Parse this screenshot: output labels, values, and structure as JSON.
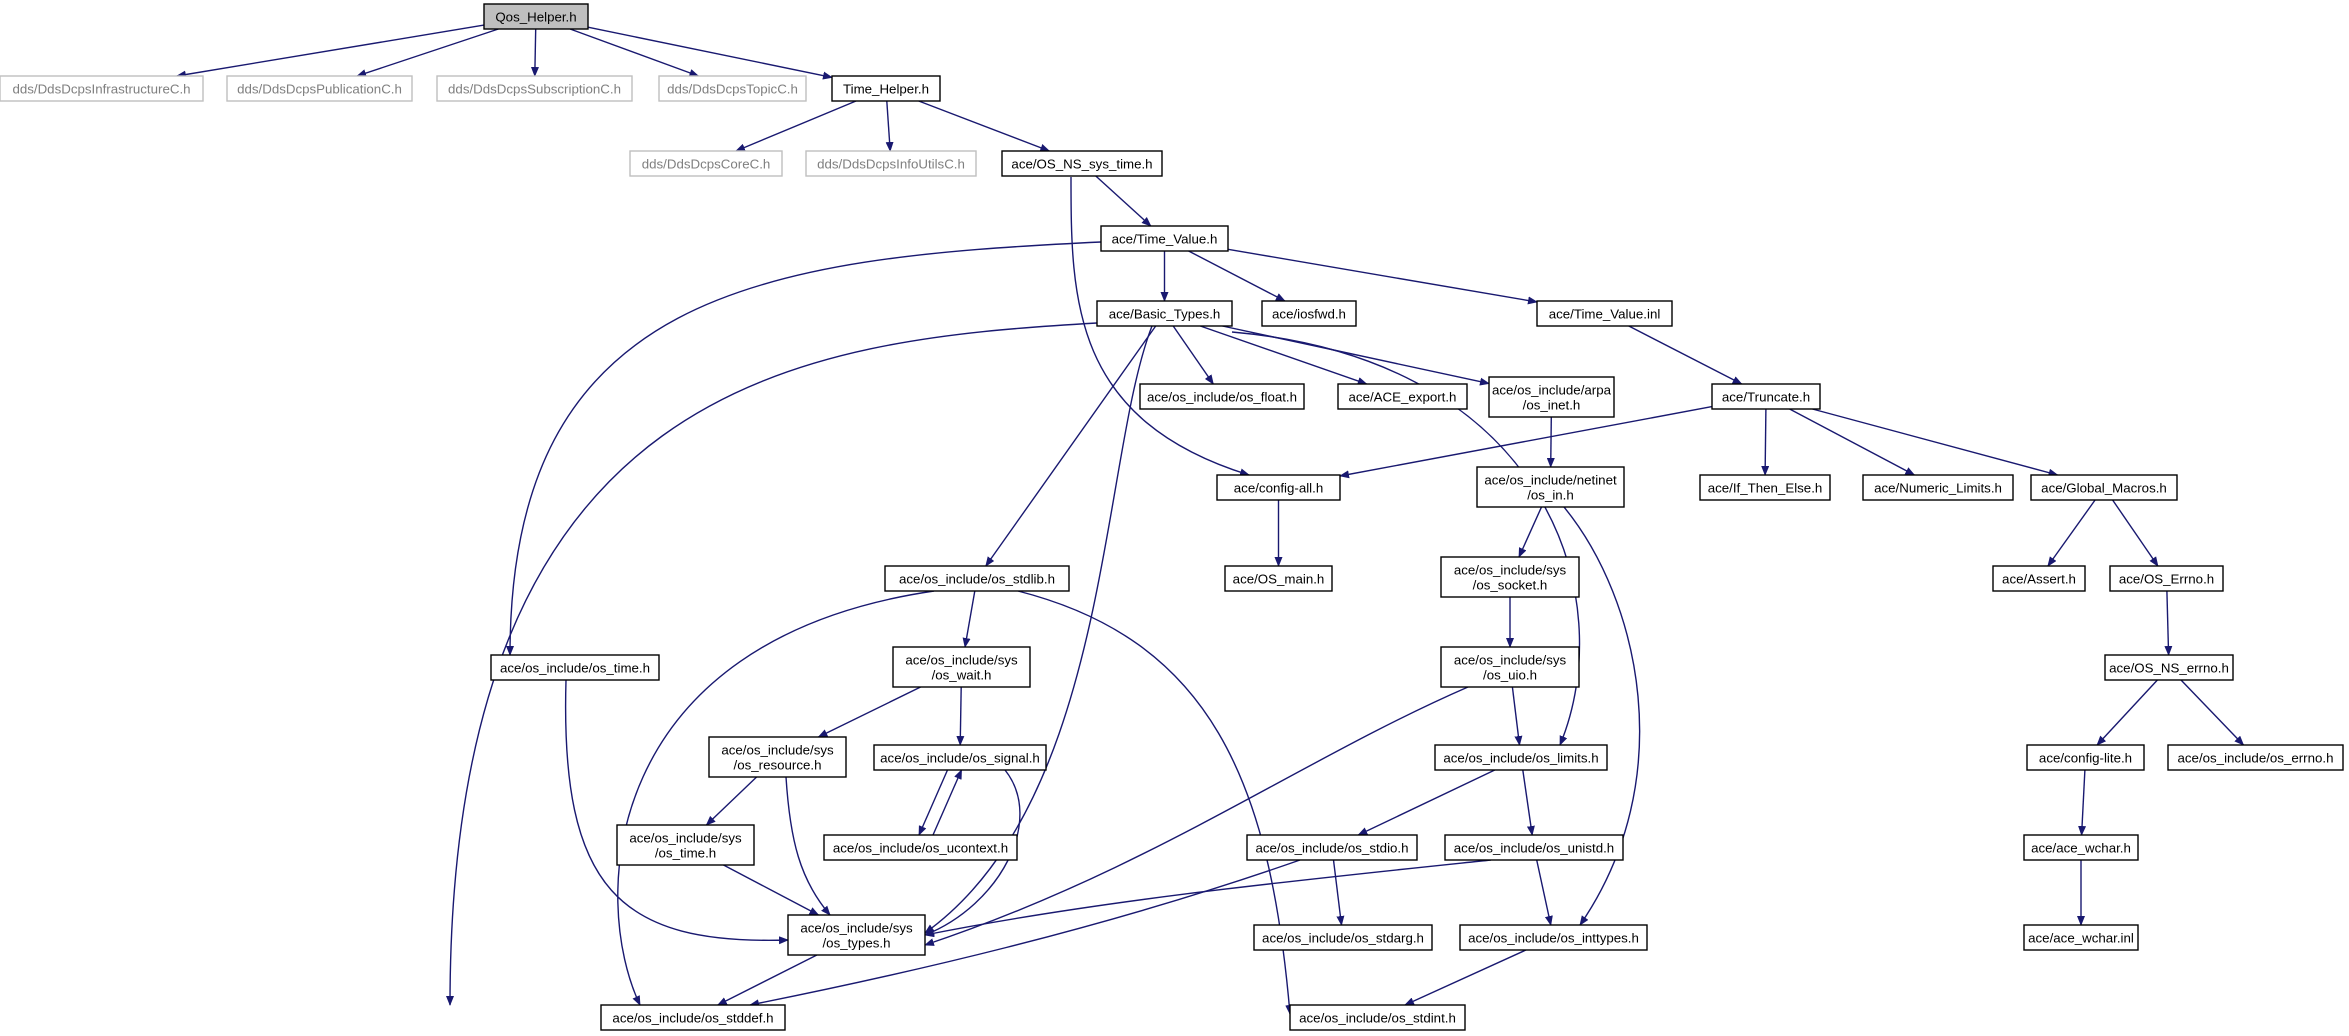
{
  "colors": {
    "edge": "#191970",
    "node_border": "#000000",
    "external_border": "#bfbfbf",
    "external_text": "#7f7f7f",
    "focus_fill": "#bfbfbf"
  },
  "nodes": [
    {
      "id": "qos",
      "lines": [
        "Qos_Helper.h"
      ],
      "kind": "focus"
    },
    {
      "id": "infra",
      "lines": [
        "dds/DdsDcpsInfrastructureC.h"
      ],
      "kind": "external"
    },
    {
      "id": "pub",
      "lines": [
        "dds/DdsDcpsPublicationC.h"
      ],
      "kind": "external"
    },
    {
      "id": "sub",
      "lines": [
        "dds/DdsDcpsSubscriptionC.h"
      ],
      "kind": "external"
    },
    {
      "id": "topic",
      "lines": [
        "dds/DdsDcpsTopicC.h"
      ],
      "kind": "external"
    },
    {
      "id": "timehelper",
      "lines": [
        "Time_Helper.h"
      ],
      "kind": "normal"
    },
    {
      "id": "core",
      "lines": [
        "dds/DdsDcpsCoreC.h"
      ],
      "kind": "external"
    },
    {
      "id": "infoutils",
      "lines": [
        "dds/DdsDcpsInfoUtilsC.h"
      ],
      "kind": "external"
    },
    {
      "id": "systime",
      "lines": [
        "ace/OS_NS_sys_time.h"
      ],
      "kind": "normal"
    },
    {
      "id": "timevalue",
      "lines": [
        "ace/Time_Value.h"
      ],
      "kind": "normal"
    },
    {
      "id": "basictypes",
      "lines": [
        "ace/Basic_Types.h"
      ],
      "kind": "normal"
    },
    {
      "id": "iosfwd",
      "lines": [
        "ace/iosfwd.h"
      ],
      "kind": "normal"
    },
    {
      "id": "tvinl",
      "lines": [
        "ace/Time_Value.inl"
      ],
      "kind": "normal"
    },
    {
      "id": "float",
      "lines": [
        "ace/os_include/os_float.h"
      ],
      "kind": "normal"
    },
    {
      "id": "aceexport",
      "lines": [
        "ace/ACE_export.h"
      ],
      "kind": "normal"
    },
    {
      "id": "inet",
      "lines": [
        "ace/os_include/arpa",
        "/os_inet.h"
      ],
      "kind": "normal"
    },
    {
      "id": "truncate",
      "lines": [
        "ace/Truncate.h"
      ],
      "kind": "normal"
    },
    {
      "id": "configall",
      "lines": [
        "ace/config-all.h"
      ],
      "kind": "normal"
    },
    {
      "id": "osin",
      "lines": [
        "ace/os_include/netinet",
        "/os_in.h"
      ],
      "kind": "normal"
    },
    {
      "id": "ifthen",
      "lines": [
        "ace/If_Then_Else.h"
      ],
      "kind": "normal"
    },
    {
      "id": "numlimits",
      "lines": [
        "ace/Numeric_Limits.h"
      ],
      "kind": "normal"
    },
    {
      "id": "globalmacros",
      "lines": [
        "ace/Global_Macros.h"
      ],
      "kind": "normal"
    },
    {
      "id": "osmain",
      "lines": [
        "ace/OS_main.h"
      ],
      "kind": "normal"
    },
    {
      "id": "stdlib",
      "lines": [
        "ace/os_include/os_stdlib.h"
      ],
      "kind": "normal"
    },
    {
      "id": "socket",
      "lines": [
        "ace/os_include/sys",
        "/os_socket.h"
      ],
      "kind": "normal"
    },
    {
      "id": "assert",
      "lines": [
        "ace/Assert.h"
      ],
      "kind": "normal"
    },
    {
      "id": "oserrno",
      "lines": [
        "ace/OS_Errno.h"
      ],
      "kind": "normal"
    },
    {
      "id": "ostime",
      "lines": [
        "ace/os_include/os_time.h"
      ],
      "kind": "normal"
    },
    {
      "id": "wait",
      "lines": [
        "ace/os_include/sys",
        "/os_wait.h"
      ],
      "kind": "normal"
    },
    {
      "id": "uio",
      "lines": [
        "ace/os_include/sys",
        "/os_uio.h"
      ],
      "kind": "normal"
    },
    {
      "id": "nserrno",
      "lines": [
        "ace/OS_NS_errno.h"
      ],
      "kind": "normal"
    },
    {
      "id": "resource",
      "lines": [
        "ace/os_include/sys",
        "/os_resource.h"
      ],
      "kind": "normal"
    },
    {
      "id": "signal",
      "lines": [
        "ace/os_include/os_signal.h"
      ],
      "kind": "normal"
    },
    {
      "id": "limits",
      "lines": [
        "ace/os_include/os_limits.h"
      ],
      "kind": "normal"
    },
    {
      "id": "configlite",
      "lines": [
        "ace/config-lite.h"
      ],
      "kind": "normal"
    },
    {
      "id": "errno",
      "lines": [
        "ace/os_include/os_errno.h"
      ],
      "kind": "normal"
    },
    {
      "id": "systimeh",
      "lines": [
        "ace/os_include/sys",
        "/os_time.h"
      ],
      "kind": "normal"
    },
    {
      "id": "ucontext",
      "lines": [
        "ace/os_include/os_ucontext.h"
      ],
      "kind": "normal"
    },
    {
      "id": "stdio",
      "lines": [
        "ace/os_include/os_stdio.h"
      ],
      "kind": "normal"
    },
    {
      "id": "unistd",
      "lines": [
        "ace/os_include/os_unistd.h"
      ],
      "kind": "normal"
    },
    {
      "id": "acewchar",
      "lines": [
        "ace/ace_wchar.h"
      ],
      "kind": "normal"
    },
    {
      "id": "systypes",
      "lines": [
        "ace/os_include/sys",
        "/os_types.h"
      ],
      "kind": "normal"
    },
    {
      "id": "stdarg",
      "lines": [
        "ace/os_include/os_stdarg.h"
      ],
      "kind": "normal"
    },
    {
      "id": "inttypes",
      "lines": [
        "ace/os_include/os_inttypes.h"
      ],
      "kind": "normal"
    },
    {
      "id": "wcharinl",
      "lines": [
        "ace/ace_wchar.inl"
      ],
      "kind": "normal"
    },
    {
      "id": "stddef",
      "lines": [
        "ace/os_include/os_stddef.h"
      ],
      "kind": "normal"
    },
    {
      "id": "stdint",
      "lines": [
        "ace/os_include/os_stdint.h"
      ],
      "kind": "normal"
    }
  ],
  "edges": [
    [
      "qos",
      "infra"
    ],
    [
      "qos",
      "pub"
    ],
    [
      "qos",
      "sub"
    ],
    [
      "qos",
      "topic"
    ],
    [
      "qos",
      "timehelper"
    ],
    [
      "timehelper",
      "core"
    ],
    [
      "timehelper",
      "infoutils"
    ],
    [
      "timehelper",
      "systime"
    ],
    [
      "systime",
      "timevalue"
    ],
    [
      "systime",
      "configall"
    ],
    [
      "timevalue",
      "basictypes"
    ],
    [
      "timevalue",
      "iosfwd"
    ],
    [
      "timevalue",
      "tvinl"
    ],
    [
      "timevalue",
      "ostime"
    ],
    [
      "basictypes",
      "float"
    ],
    [
      "basictypes",
      "aceexport"
    ],
    [
      "basictypes",
      "inet"
    ],
    [
      "basictypes",
      "stdlib"
    ],
    [
      "basictypes",
      "limits"
    ],
    [
      "basictypes",
      "systypes"
    ],
    [
      "basictypes",
      "stddef"
    ],
    [
      "tvinl",
      "truncate"
    ],
    [
      "truncate",
      "configall"
    ],
    [
      "truncate",
      "ifthen"
    ],
    [
      "truncate",
      "numlimits"
    ],
    [
      "truncate",
      "globalmacros"
    ],
    [
      "inet",
      "osin"
    ],
    [
      "configall",
      "osmain"
    ],
    [
      "osin",
      "socket"
    ],
    [
      "osin",
      "inttypes"
    ],
    [
      "globalmacros",
      "assert"
    ],
    [
      "globalmacros",
      "oserrno"
    ],
    [
      "stdlib",
      "wait"
    ],
    [
      "stdlib",
      "stddef"
    ],
    [
      "stdlib",
      "stdint"
    ],
    [
      "socket",
      "uio"
    ],
    [
      "oserrno",
      "nserrno"
    ],
    [
      "ostime",
      "systypes"
    ],
    [
      "wait",
      "resource"
    ],
    [
      "wait",
      "signal"
    ],
    [
      "uio",
      "limits"
    ],
    [
      "uio",
      "systypes"
    ],
    [
      "nserrno",
      "configlite"
    ],
    [
      "nserrno",
      "errno"
    ],
    [
      "resource",
      "systimeh"
    ],
    [
      "resource",
      "systypes"
    ],
    [
      "signal",
      "ucontext"
    ],
    [
      "signal",
      "systypes"
    ],
    [
      "ucontext",
      "signal"
    ],
    [
      "limits",
      "stdio"
    ],
    [
      "limits",
      "unistd"
    ],
    [
      "configlite",
      "acewchar"
    ],
    [
      "systimeh",
      "systypes"
    ],
    [
      "stdio",
      "stdarg"
    ],
    [
      "stdio",
      "stddef"
    ],
    [
      "unistd",
      "systypes"
    ],
    [
      "unistd",
      "inttypes"
    ],
    [
      "acewchar",
      "wcharinl"
    ],
    [
      "systypes",
      "stddef"
    ],
    [
      "inttypes",
      "stdint"
    ]
  ]
}
